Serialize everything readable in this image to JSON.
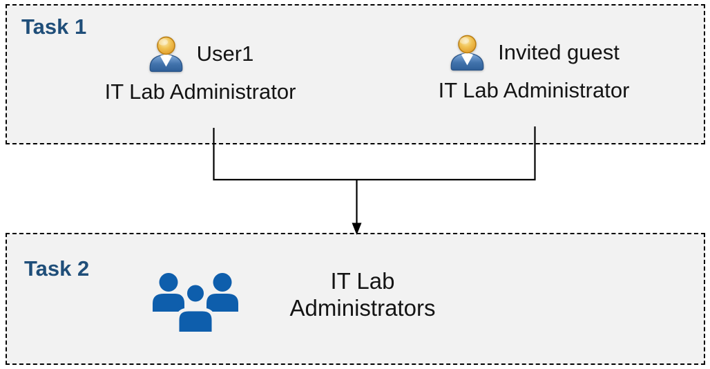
{
  "colors": {
    "page_bg": "#FFFFFF",
    "box_bg": "#F2F2F2",
    "box_border": "#000000",
    "task_label": "#1F4E79",
    "text": "#141414",
    "group_icon_blue": "#0E5EAC",
    "connector": "#000000"
  },
  "task1": {
    "label": "Task 1",
    "members": [
      {
        "icon": "person-icon",
        "name": "User1",
        "role": "IT Lab Administrator"
      },
      {
        "icon": "person-icon",
        "name": "Invited guest",
        "role": "IT Lab Administrator"
      }
    ]
  },
  "task2": {
    "label": "Task 2",
    "icon": "people-group-icon",
    "group": "IT Lab Administrators"
  }
}
